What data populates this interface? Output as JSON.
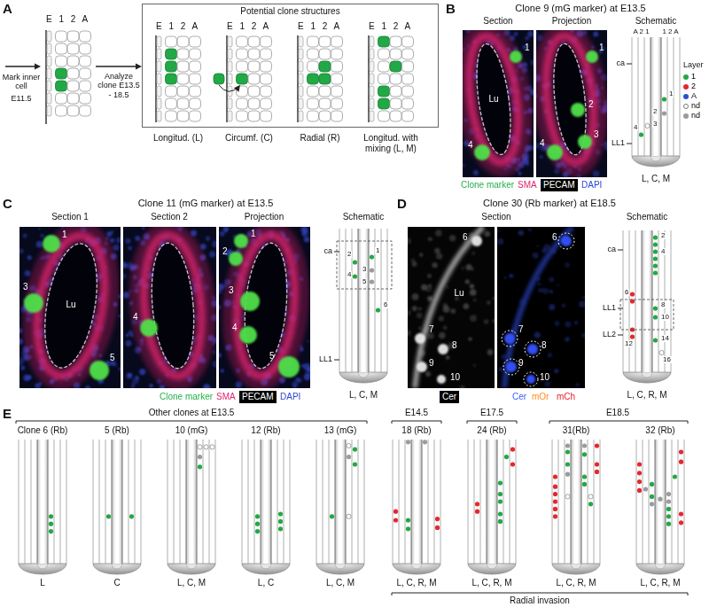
{
  "diagram": {
    "nodes": [
      {
        "text": [
          "E 1 2 A"
        ]
      },
      {
        "text": [
          "Potential clone structures"
        ]
      },
      {
        "text": [
          "PECAM"
        ]
      },
      {
        "text": [
          "PECAM"
        ]
      },
      {
        "text": [
          "Cer"
        ]
      }
    ],
    "edges": [
      {
        "from": 0,
        "to": 1,
        "arrow": "to",
        "label": "Analyze clone E13.5 - 18.5"
      }
    ],
    "labels": [
      "A",
      "Mark inner cell",
      "E11.5",
      "E 1 2 A",
      "E 1 2 A",
      "E 1 2 A",
      "E 1 2 A",
      "Longitud. (L)",
      "Circumf. (C)",
      "Radial (R)",
      "Longitud. with mixing (L, M)",
      "B",
      "Clone 9 (mG marker) at E13.5",
      "Section",
      "Projection",
      "Schematic",
      "Lu",
      "1",
      "4",
      "1",
      "2",
      "3",
      "4",
      "Clone marker",
      "SMA",
      "DAPI",
      "A 2 1",
      "1 2 A",
      "ca",
      "LL1",
      "1",
      "2",
      "3",
      "4",
      "L, C, M",
      "Layer",
      "C",
      "Clone 11 (mG marker) at E13.5",
      "Section 1",
      "Section 2",
      "Projection",
      "Schematic",
      "Lu",
      "1",
      "3",
      "5",
      "4",
      "1",
      "2",
      "3",
      "4",
      "5",
      "Clone marker",
      "SMA",
      "DAPI",
      "ca",
      "LL1",
      "2",
      "1",
      "4",
      "3",
      "5",
      "6",
      "L, C, M",
      "D",
      "Clone 30 (Rb marker) at E18.5",
      "Section",
      "Schematic",
      "6",
      "Lu",
      "7",
      "8",
      "9",
      "10",
      "6",
      "7",
      "8",
      "9",
      "10",
      "Cer",
      "mOr",
      "mCh",
      "ca",
      "LL1",
      "LL2",
      "2",
      "4",
      "6",
      "8",
      "10",
      "12",
      "14",
      "16",
      "L, C, R, M",
      "E",
      "Other clones at E13.5",
      "Clone 6 (Rb)",
      "5 (Rb)",
      "10 (mG)",
      "12 (Rb)",
      "13 (mG)",
      "E14.5",
      "E17.5",
      "E18.5",
      "18 (Rb)",
      "24 (Rb)",
      "31(Rb)",
      "32 (Rb)",
      "L",
      "C",
      "L, C, M",
      "L, C",
      "L, C, M",
      "L, C, R, M",
      "L, C, R, M",
      "L, C, R, M",
      "L, C, R, M",
      "Radial invasion"
    ],
    "legend": [
      {
        "text": "1",
        "color": "#22a845"
      },
      {
        "text": "2",
        "color": "#e5282e"
      },
      {
        "text": "A",
        "color": "#2b4fd6"
      },
      {
        "text": "nd"
      },
      {
        "text": "nd",
        "color": "#9b9b9b"
      }
    ]
  }
}
